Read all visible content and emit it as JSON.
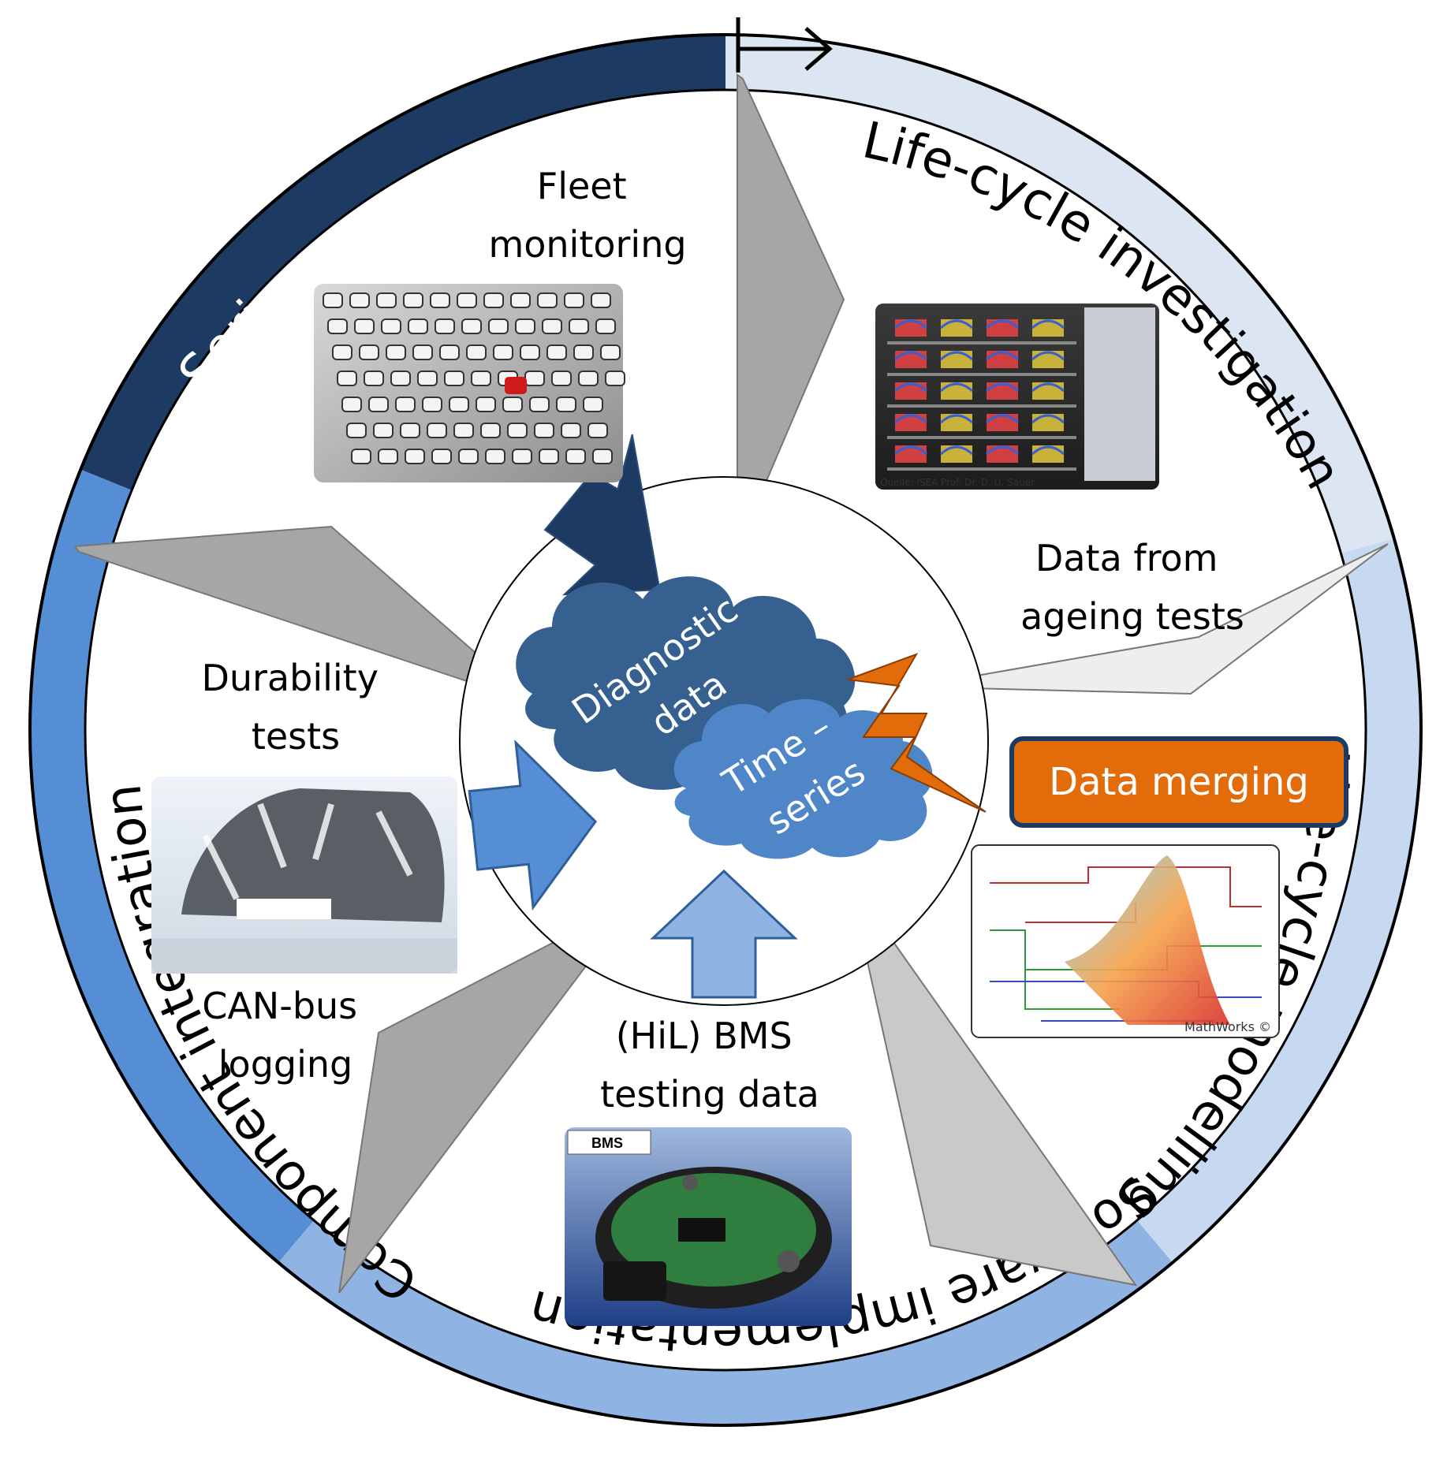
{
  "ring": {
    "segments": [
      {
        "label": "Series production",
        "color": "#1d3a63",
        "text_color": "#ffffff"
      },
      {
        "label": "Life-cycle investigation",
        "color": "#dce6f2",
        "text_color": "#000000"
      },
      {
        "label": "Life-cycle modelling",
        "color": "#c6d9f1",
        "text_color": "#000000"
      },
      {
        "label": "Software implementation",
        "color": "#8fb4e3",
        "text_color": "#000000"
      },
      {
        "label": "Component integration",
        "color": "#558ed5",
        "text_color": "#000000"
      }
    ]
  },
  "nodes": {
    "fleet": {
      "line1": "Fleet",
      "line2": "monitoring",
      "image": "fleet-cars-photo"
    },
    "ageing": {
      "line1": "Data from",
      "line2": "ageing tests",
      "image": "ageing-test-rack-photo",
      "caption": "Quelle: ISEA Prof. Dr. D. U. Sauer"
    },
    "modelling": {
      "image": "simulink-model-screenshot",
      "caption": "MathWorks ©"
    },
    "bms": {
      "line1": "(HiL) BMS",
      "line2": "testing data",
      "image": "bms-board-photo",
      "tag": "BMS"
    },
    "durability": {
      "line1": "Durability",
      "line2": "tests",
      "image": "camouflaged-car-photo"
    },
    "canbus": {
      "line1": "CAN-bus",
      "line2": "logging"
    }
  },
  "center": {
    "diagnostic": {
      "line1": "Diagnostic",
      "line2": "data",
      "color": "#35608f"
    },
    "timeseries": {
      "line1": "Time –",
      "line2": "series",
      "color": "#4f86c8"
    }
  },
  "merge": {
    "label": "Data merging",
    "color": "#e36c0a",
    "border": "#1d3a63"
  },
  "colors": {
    "gray_arrow": "#a6a6a6",
    "light_arrow": "#eeeeee",
    "arrow_dark": "#1d3a63",
    "arrow_mid": "#558ed5",
    "arrow_light": "#8fb4e3",
    "bolt": "#e36c0a"
  }
}
